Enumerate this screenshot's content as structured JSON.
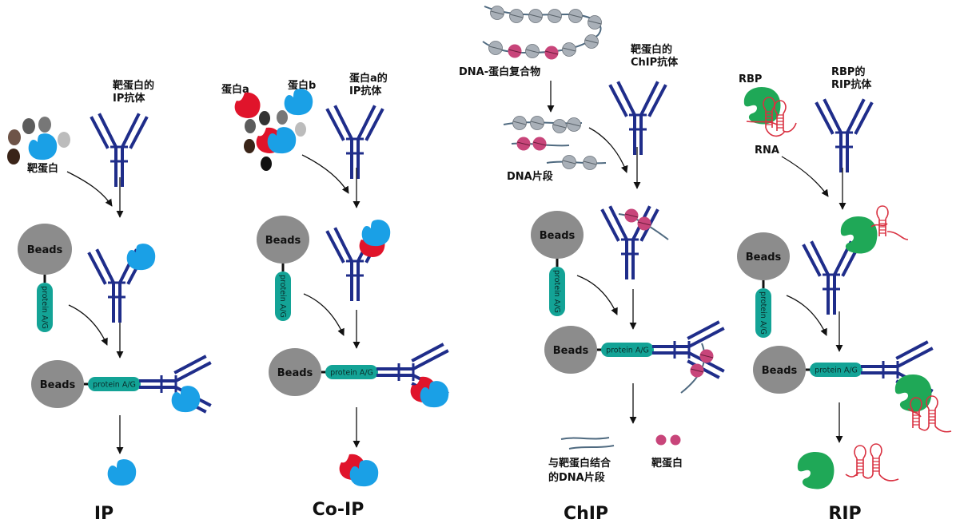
{
  "colors": {
    "antibody": "#1f2d8a",
    "beads": "#8c8c8c",
    "protein_ag": "#13a396",
    "target_blue": "#1aa0e6",
    "protein_red": "#e0142b",
    "rbp_green": "#1fa857",
    "rna": "#d93040",
    "dna": "#4f6a80",
    "nucleosome": "#a9b0b8",
    "target_pink": "#c8457a"
  },
  "panels": {
    "ip": {
      "title": "IP",
      "antibody_label": [
        "靶蛋白的",
        "IP抗体"
      ],
      "target_label": "靶蛋白",
      "beads_label": "Beads",
      "protein_ag_label": "protein A/G"
    },
    "coip": {
      "title": "Co-IP",
      "protein_a_label": "蛋白a",
      "protein_b_label": "蛋白b",
      "antibody_label": [
        "蛋白a的",
        "IP抗体"
      ],
      "beads_label": "Beads",
      "protein_ag_label": "protein A/G"
    },
    "chip": {
      "title": "ChIP",
      "complex_label": "DNA-蛋白复合物",
      "antibody_label": [
        "靶蛋白的",
        "ChIP抗体"
      ],
      "fragments_label": "DNA片段",
      "beads_label": "Beads",
      "protein_ag_label": "protein A/G",
      "bound_dna_label": [
        "与靶蛋白结合",
        "的DNA片段"
      ],
      "target_label": "靶蛋白"
    },
    "rip": {
      "title": "RIP",
      "rbp_label": "RBP",
      "antibody_label": [
        "RBP的",
        "RIP抗体"
      ],
      "rna_label": "RNA",
      "beads_label": "Beads",
      "protein_ag_label": "protein A/G"
    }
  }
}
